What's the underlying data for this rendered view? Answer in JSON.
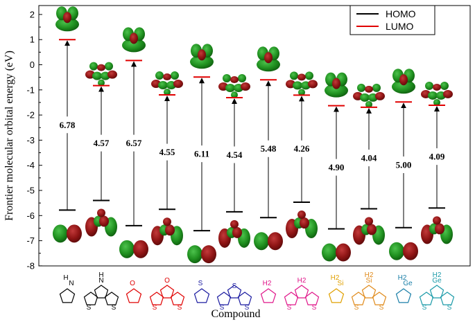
{
  "chart_data": {
    "type": "energy-level-diagram",
    "ylabel": "Frontier molecular orbital energy (eV)",
    "xlabel": "Compound",
    "ylim": [
      -8,
      2.5
    ],
    "yticks": [
      2,
      1,
      0,
      -1,
      -2,
      -3,
      -4,
      -5,
      -6,
      -7,
      -8
    ],
    "legend": {
      "position": "top-right",
      "entries": [
        {
          "name": "HOMO",
          "color": "#000000"
        },
        {
          "name": "LUMO",
          "color": "#e00000"
        }
      ]
    },
    "compounds": [
      {
        "homo": -5.78,
        "lumo": 1.0,
        "gap": "6.78",
        "color": "#000000",
        "atoms": [
          "H",
          "N"
        ]
      },
      {
        "homo": -5.4,
        "lumo": -0.83,
        "gap": "4.57",
        "color": "#000000",
        "atoms": [
          "H",
          "N",
          "S",
          "S"
        ]
      },
      {
        "homo": -6.4,
        "lumo": 0.17,
        "gap": "6.57",
        "color": "#e00000",
        "atoms": [
          "O"
        ]
      },
      {
        "homo": -5.75,
        "lumo": -1.2,
        "gap": "4.55",
        "color": "#e00000",
        "atoms": [
          "O",
          "S",
          "S"
        ]
      },
      {
        "homo": -6.6,
        "lumo": -0.49,
        "gap": "6.11",
        "color": "#1a1aa0",
        "atoms": [
          "S"
        ]
      },
      {
        "homo": -5.85,
        "lumo": -1.31,
        "gap": "4.54",
        "color": "#1a1aa0",
        "atoms": [
          "S",
          "S",
          "S"
        ]
      },
      {
        "homo": -6.08,
        "lumo": -0.6,
        "gap": "5.48",
        "color": "#e0168a",
        "atoms": [
          "H2"
        ]
      },
      {
        "homo": -5.47,
        "lumo": -1.21,
        "gap": "4.26",
        "color": "#e0168a",
        "atoms": [
          "H2",
          "S",
          "S"
        ]
      },
      {
        "homo": -6.53,
        "lumo": -1.63,
        "gap": "4.90",
        "color": "#e0a000",
        "atoms": [
          "H2",
          "Si"
        ]
      },
      {
        "homo": -5.73,
        "lumo": -1.69,
        "gap": "4.04",
        "color": "#e08a1a",
        "atoms": [
          "H2",
          "Si",
          "S",
          "S"
        ]
      },
      {
        "homo": -6.48,
        "lumo": -1.48,
        "gap": "5.00",
        "color": "#1a7fa8",
        "atoms": [
          "H2",
          "Ge"
        ]
      },
      {
        "homo": -5.7,
        "lumo": -1.61,
        "gap": "4.09",
        "color": "#1a9aa8",
        "atoms": [
          "H2",
          "Ge",
          "S",
          "S"
        ]
      }
    ]
  }
}
